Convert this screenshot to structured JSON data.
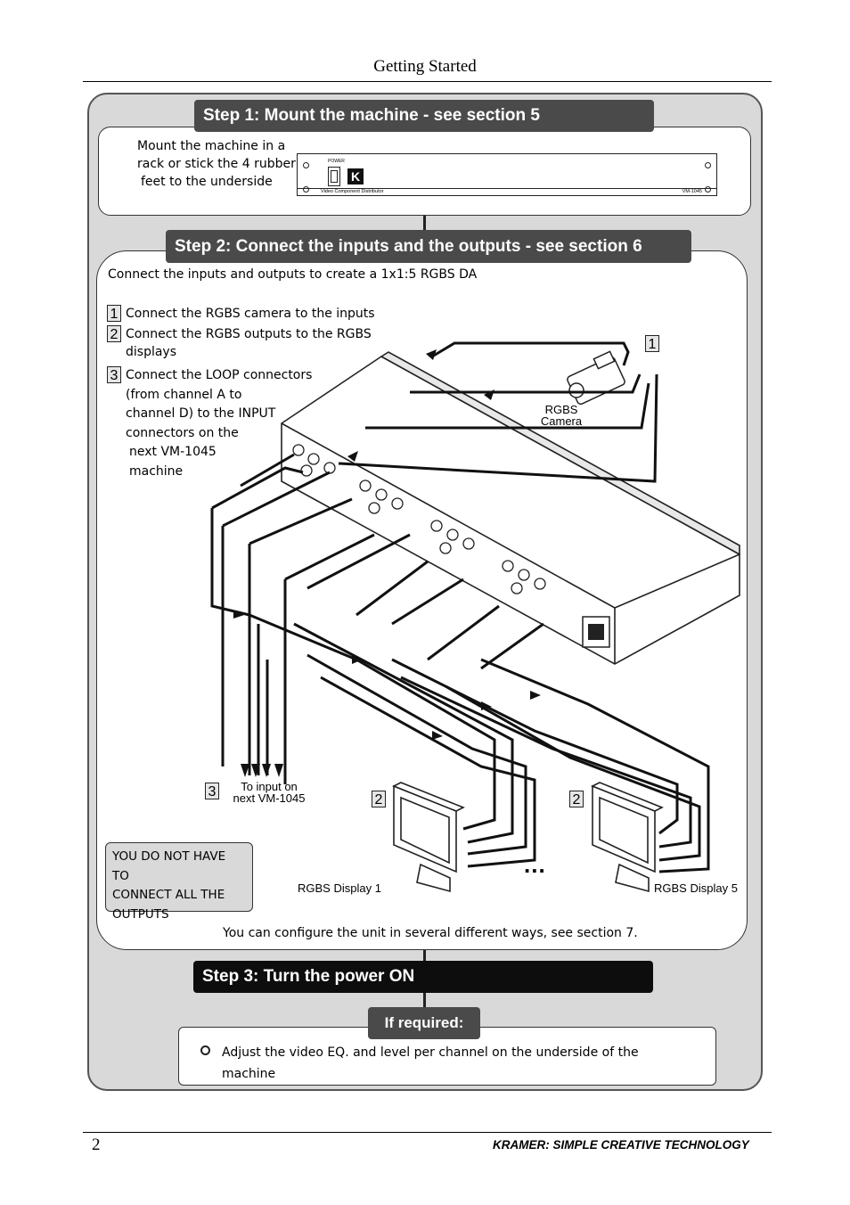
{
  "header": {
    "title": "Getting Started"
  },
  "step1": {
    "title": "Step 1: Mount the machine - see section 5",
    "text_lines": [
      "Mount the machine in a",
      "rack or stick the 4 rubber",
      "feet to the underside"
    ],
    "device_panel": {
      "power_label": "POWER",
      "left_label": "Video Component Distributor",
      "right_label": "VM-1045"
    }
  },
  "step2": {
    "title": "Step 2: Connect the inputs and the outputs - see section 6",
    "intro": "Connect the inputs and outputs to create a 1x1:5 RGBS DA",
    "items": [
      {
        "num": "1",
        "lines": [
          "Connect the RGBS camera to the inputs"
        ]
      },
      {
        "num": "2",
        "lines": [
          "Connect the RGBS outputs to the RGBS",
          "displays"
        ]
      },
      {
        "num": "3",
        "lines": [
          "Connect the LOOP connectors",
          "(from channel A to",
          "channel D) to the INPUT",
          "connectors on the",
          "next VM-1045",
          "machine"
        ]
      }
    ],
    "camera_label": [
      "RGBS",
      "Camera"
    ],
    "callout_1": "1",
    "callout_3": "3",
    "next_machine_label": [
      "To input on",
      "next VM-1045"
    ],
    "display_callout": "2",
    "display1_label": "RGBS Display 1",
    "display5_label": "RGBS Display 5",
    "ellipsis": "...",
    "note_lines": [
      "YOU DO NOT HAVE TO",
      "CONNECT ALL THE",
      "OUTPUTS"
    ],
    "footer_text": "You can configure the unit in several different ways, see section 7."
  },
  "step3": {
    "title": "Step 3: Turn the power ON"
  },
  "if_required": {
    "title": "If required:",
    "bullet_lines": [
      "Adjust the video EQ. and level per channel on the underside of the",
      "machine"
    ]
  },
  "footer": {
    "page_number": "2",
    "brand": "KRAMER:  SIMPLE CREATIVE TECHNOLOGY"
  }
}
